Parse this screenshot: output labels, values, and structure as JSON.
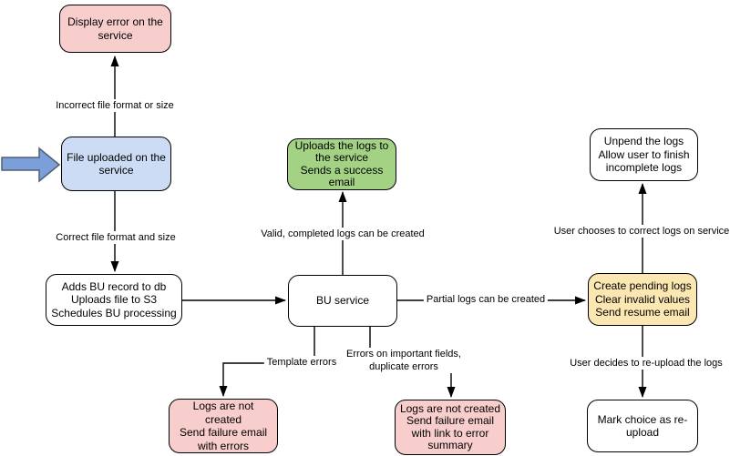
{
  "diagram": {
    "nodes": {
      "display_error": "Display error on the\nservice",
      "file_uploaded": "File uploaded on the\nservice",
      "adds_bu_record": "Adds BU record to db\nUploads file to S3\nSchedules BU processing",
      "uploads_logs_success": "Uploads the logs to\nthe service\nSends a success\nemail",
      "bu_service": "BU service",
      "create_pending_logs": "Create pending logs\nClear invalid values\nSend resume email",
      "unpend_logs": "Unpend the logs\nAllow user to finish\nincomplete logs",
      "mark_reupload": "Mark choice as re-\nupload",
      "logs_not_created_errors": "Logs are not created\nSend failure email\nwith errors",
      "logs_not_created_summary": "Logs are not created\nSend failure email\nwith link to error\nsummary"
    },
    "edge_labels": {
      "incorrect_format": "Incorrect file format or size",
      "correct_format": "Correct file format and size",
      "valid_logs": "Valid, completed logs can be created",
      "partial_logs": "Partial logs can be created",
      "user_correct": "User chooses to correct logs on service",
      "user_reupload": "User decides to re-upload the logs",
      "template_errors": "Template errors",
      "important_errors": "Errors on important fields,\nduplicate errors"
    },
    "colors": {
      "node_pink": "#F8CECC",
      "node_blue": "#CCDCF4",
      "node_green": "#A3D284",
      "node_yellow": "#FBE7B2",
      "node_white": "#FFFFFF",
      "node_border": "#000000",
      "edge_stroke": "#000000",
      "start_arrow_fill": "#7C9FD9",
      "start_arrow_stroke": "#4F6075"
    }
  }
}
